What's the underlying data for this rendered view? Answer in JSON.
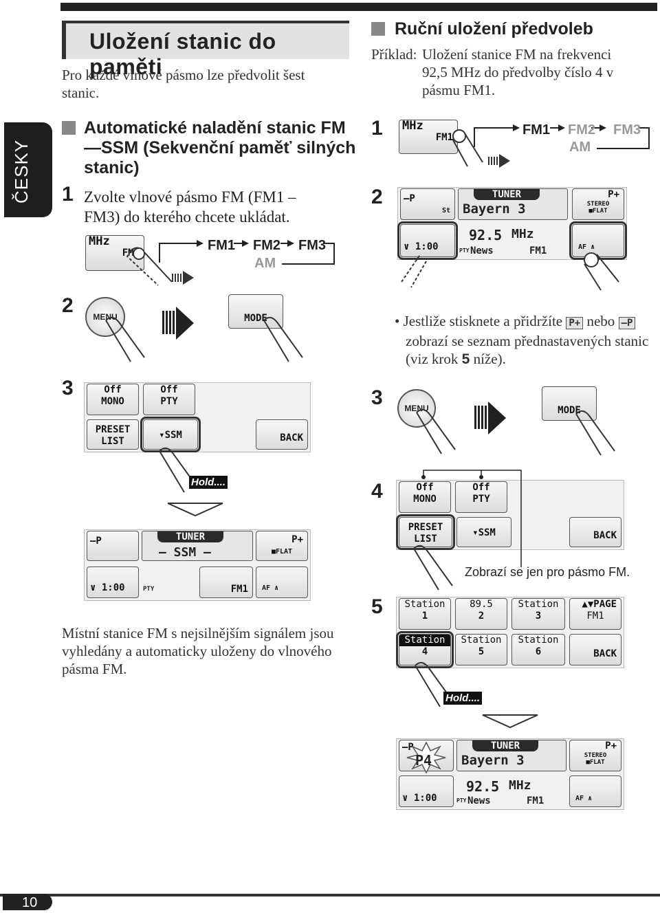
{
  "section_tab": "ČESKY",
  "title": "Uložení stanic do paměti",
  "intro": "Pro každé vlnové pásmo lze předvolit šest stanic.",
  "auto": {
    "heading_line1": "Automatické naladění stanic FM",
    "heading_line2": "—SSM (Sekvenční paměť silných",
    "heading_line3": "stanic)",
    "step1_num": "1",
    "step1_text_line1": "Zvolte vlnové pásmo FM (FM1 –",
    "step1_text_line2": "FM3) do kterého chcete ukládat.",
    "step2_num": "2",
    "step3_num": "3",
    "result_line1": "Místní stanice FM s nejsilnějším signálem jsou",
    "result_line2": "vyhledány a automaticky uloženy do vlnového",
    "result_line3": "pásma FM."
  },
  "manual": {
    "heading": "Ruční uložení předvoleb",
    "example_label": "Příklad:",
    "example_line1": "Uložení stanice FM na frekvenci",
    "example_line2": "92,5 MHz do předvolby číslo 4 v",
    "example_line3": "pásmu FM1.",
    "step1_num": "1",
    "step2_num": "2",
    "step3_num": "3",
    "step4_num": "4",
    "step5_num": "5",
    "note_part1": "Jestliže stisknete a přidržíte",
    "note_or": "nebo",
    "note_line2": "zobrazí se seznam přednastavených stanic",
    "note_line3_pre": "(viz krok",
    "note_step": "5",
    "note_line3_post": "níže).",
    "fm_only": "Zobrazí se jen pro pásmo FM."
  },
  "band_sequence": {
    "fm1": "FM1",
    "fm2": "FM2",
    "fm3": "FM3",
    "am": "AM"
  },
  "controls": {
    "mhz": "MHz",
    "fm1": "FM1",
    "menu": "MENU",
    "mode": "MODE",
    "hold": "Hold....",
    "off": "Off",
    "mono": "MONO",
    "pty": "PTY",
    "preset": "PRESET",
    "list": "LIST",
    "ssm": "SSM",
    "back": "BACK",
    "minus_p": "–P",
    "plus_p": "P+",
    "tuner": "TUNER",
    "ssm_display": "– SSM –",
    "flat": "FLAT",
    "stereo": "STEREO",
    "time": "1:00",
    "af": "AF",
    "st": "St",
    "station_name": "Bayern 3",
    "frequency": "92.5",
    "news": "News",
    "p4": "P4",
    "page": "PAGE",
    "station": "Station",
    "preset_freq": "89.5",
    "preset_numbers": [
      "1",
      "2",
      "3",
      "4",
      "5",
      "6"
    ]
  },
  "page_number": "10"
}
